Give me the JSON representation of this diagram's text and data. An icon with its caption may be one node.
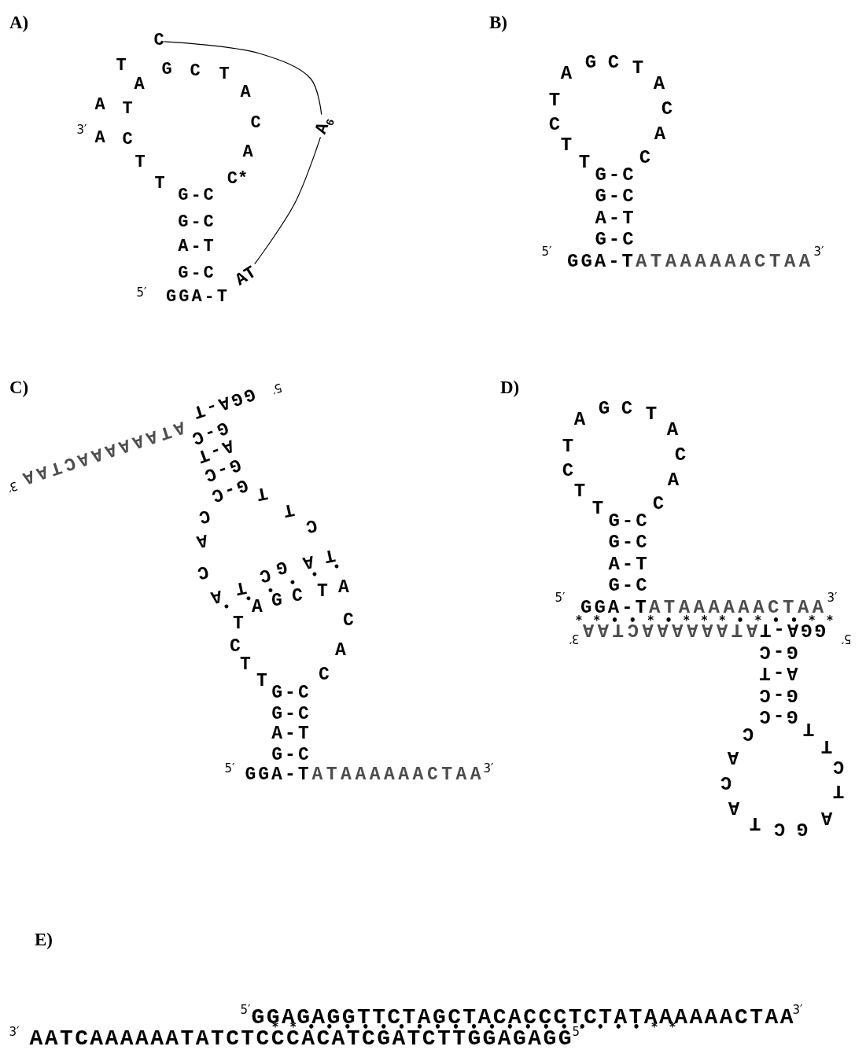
{
  "diagram": {
    "nodes": [
      {
        "text": [
          "C"
        ]
      },
      {
        "text": [
          "A$_{6}$"
        ]
      },
      {
        "text": [
          "AT"
        ]
      }
    ],
    "edges": [
      {
        "from": 0,
        "to": 1,
        "arrow": "none"
      },
      {
        "from": 1,
        "to": 2,
        "arrow": "none"
      }
    ],
    "labels": [
      "A)",
      "T",
      "G",
      "C",
      "T",
      "A",
      "A",
      "A",
      "T",
      "C",
      "3′",
      "A",
      "C",
      "A",
      "T",
      "C*",
      "T",
      "G-C",
      "G-C",
      "A-T",
      "G-C",
      "5′",
      "GGA-T",
      "B)",
      "A",
      "G",
      "C",
      "T",
      "A",
      "T",
      "C",
      "C",
      "A",
      "T",
      "T",
      "C",
      "G-C",
      "G-C",
      "A-T",
      "G-C",
      "5′",
      "GGA-T",
      "ATAAAAAACTAA",
      "3′",
      "C)",
      "5′",
      "GGA-T",
      "ATAAAAAACTAA",
      "3′",
      "G-C",
      "A-T",
      "G-C",
      "G-C",
      "T",
      "C",
      "T",
      "C",
      "A",
      "A",
      "T",
      "C",
      "C",
      "G",
      "A",
      "T",
      "• • • • • •",
      "C",
      "T",
      "A",
      "A",
      "G",
      "T",
      "C",
      "C",
      "A",
      "T",
      "T",
      "C",
      "G-C",
      "G-C",
      "A-T",
      "G-C",
      "5′",
      "GGA-T",
      "ATAAAAAACTAA",
      "3′",
      "D)",
      "A",
      "G",
      "C",
      "T",
      "A",
      "T",
      "C",
      "C",
      "A",
      "T",
      "T",
      "C",
      "G-C",
      "G-C",
      "A-T",
      "G-C",
      "5′",
      "GGA-T",
      "ATAAAAAACTAA",
      "3′",
      "* * • • * • * * * • * • • * *",
      "3′",
      "ATAAAAAACTAA",
      "GGA-T",
      "5′",
      "G-C",
      "A-T",
      "G-C",
      "G-C",
      "C",
      "T",
      "T",
      "A",
      "C",
      "C",
      "T",
      "A",
      "T",
      "C",
      "G",
      "A",
      "E)",
      "5′",
      "GGAGAGGTTCTAGCTACACCCTCTATAAAAAACTAA",
      "3′",
      "* * • • • • • • • • • • • • • • • • • • • * *",
      "3′",
      "AATCAAAAAATATCTCCCACATCGATCTTGGAGAGG",
      "5′"
    ]
  }
}
